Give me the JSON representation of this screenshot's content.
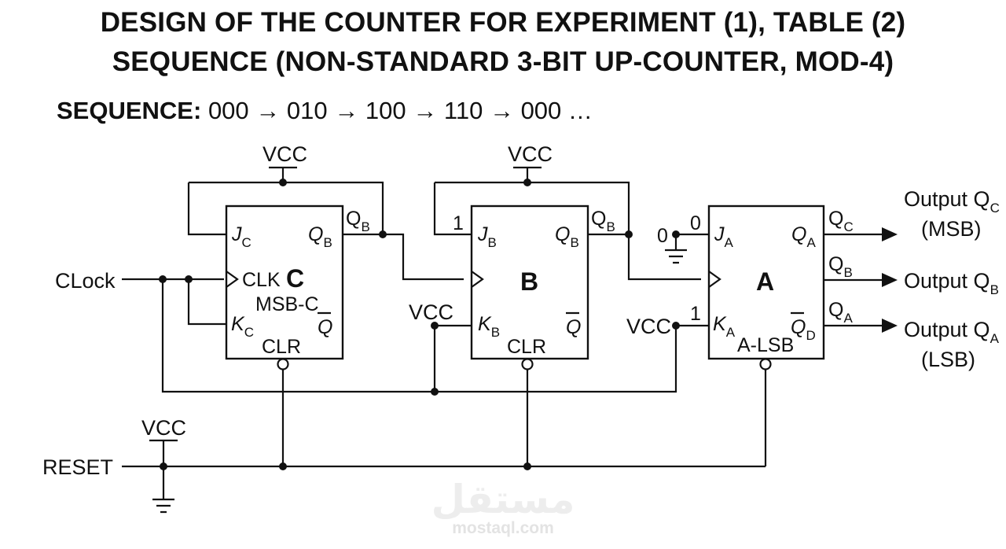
{
  "title_line_1": "DESIGN OF THE COUNTER FOR EXPERIMENT (1), TABLE (2)",
  "title_line_2": "SEQUENCE (NON-STANDARD 3-BIT UP-COUNTER, MOD-4)",
  "sequence": {
    "label": "SEQUENCE:",
    "states": [
      "000",
      "010",
      "100",
      "110",
      "000 …"
    ],
    "arrow": "→"
  },
  "supply": {
    "vcc": "VCC"
  },
  "inputs": {
    "clock": "CLock",
    "reset": "RESET"
  },
  "flipflops": {
    "c": {
      "name": "C",
      "j": "J",
      "j_sub": "C",
      "k": "K",
      "k_sub": "C",
      "q": "Q",
      "q_sub": "B",
      "qbar": "Q",
      "clk": "CLK",
      "note": "MSB-C",
      "clr": "CLR"
    },
    "b": {
      "name": "B",
      "j": "J",
      "j_sub": "B",
      "k": "K",
      "k_sub": "B",
      "q": "Q",
      "q_sub": "B",
      "qbar": "Q",
      "clr": "CLR"
    },
    "a": {
      "name": "A",
      "j": "J",
      "j_sub": "A",
      "k": "K",
      "k_sub": "A",
      "q": "Q",
      "q_sub": "A",
      "qbar": "Q",
      "qbar_sub": "D",
      "note": "A-LSB"
    }
  },
  "wire_labels": {
    "c_out_q": "Q",
    "c_out_q_sub": "B",
    "b_out_q": "Q",
    "b_out_q_sub": "B",
    "b_j_one": "1",
    "a_j_zero": "0",
    "a_j_ground_zero": "0",
    "a_k_one": "1",
    "a_out1": "Q",
    "a_out1_sub": "C",
    "a_out2": "Q",
    "a_out2_sub": "B",
    "a_out3": "Q",
    "a_out3_sub": "A"
  },
  "outputs": {
    "qc": {
      "text": "Output Q",
      "sub": "C",
      "note": "(MSB)"
    },
    "qb": {
      "text": "Output Q",
      "sub": "B"
    },
    "qa": {
      "text": "Output Q",
      "sub": "A",
      "note": "(LSB)"
    }
  },
  "watermark": {
    "arabic": "مستقل",
    "latin": "mostaql.com"
  }
}
